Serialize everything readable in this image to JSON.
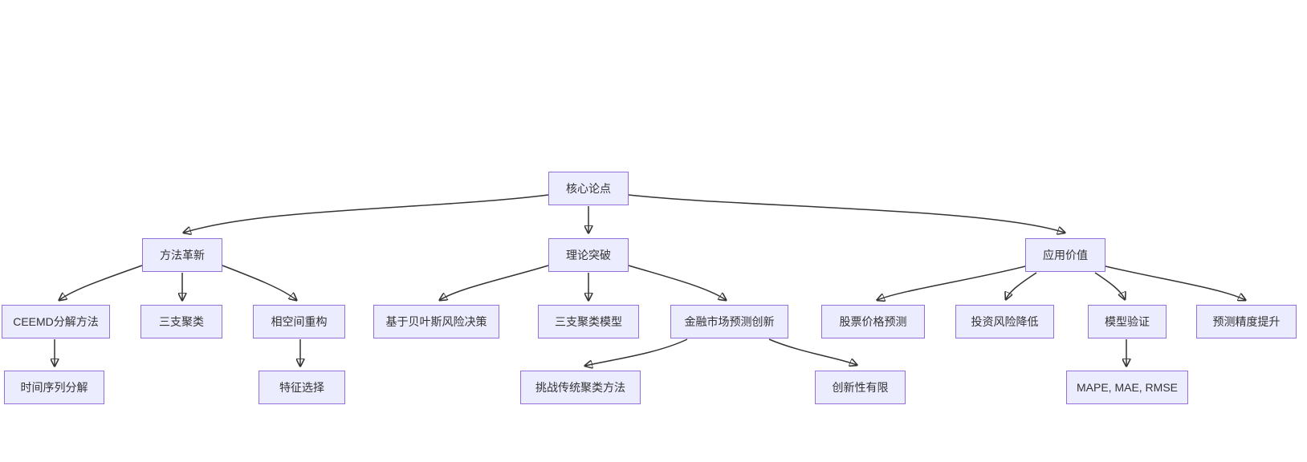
{
  "diagram": {
    "kind": "flowchart-top-down",
    "background_color": "#ffffff",
    "node_fill_color": "#ECECFF",
    "node_border_color": "#9370DB",
    "edge_color": "#333333",
    "text_color": "#333333",
    "nodes": [
      {
        "id": "core-thesis",
        "label": "核心论点",
        "level": 1
      },
      {
        "id": "method-innovation",
        "label": "方法革新",
        "level": 2
      },
      {
        "id": "theory-breakthrough",
        "label": "理论突破",
        "level": 2
      },
      {
        "id": "application-value",
        "label": "应用价值",
        "level": 2
      },
      {
        "id": "ceemd-decomposition",
        "label": "CEEMD分解方法",
        "level": 3
      },
      {
        "id": "three-way-clustering",
        "label": "三支聚类",
        "level": 3
      },
      {
        "id": "phase-space-reconstruction",
        "label": "相空间重构",
        "level": 3
      },
      {
        "id": "bayesian-risk-decision",
        "label": "基于贝叶斯风险决策",
        "level": 3
      },
      {
        "id": "three-way-clustering-model",
        "label": "三支聚类模型",
        "level": 3
      },
      {
        "id": "financial-market-forecast-innovation",
        "label": "金融市场预测创新",
        "level": 3
      },
      {
        "id": "stock-price-prediction",
        "label": "股票价格预测",
        "level": 3
      },
      {
        "id": "investment-risk-reduction",
        "label": "投资风险降低",
        "level": 3
      },
      {
        "id": "model-validation",
        "label": "模型验证",
        "level": 3
      },
      {
        "id": "forecast-accuracy-improvement",
        "label": "预测精度提升",
        "level": 3
      },
      {
        "id": "time-series-decomposition",
        "label": "时间序列分解",
        "level": 4
      },
      {
        "id": "feature-selection",
        "label": "特征选择",
        "level": 4
      },
      {
        "id": "challenge-traditional-clustering",
        "label": "挑战传统聚类方法",
        "level": 4
      },
      {
        "id": "limited-novelty",
        "label": "创新性有限",
        "level": 4
      },
      {
        "id": "evaluation-metrics",
        "label": "MAPE, MAE, RMSE",
        "level": 4
      }
    ],
    "edges": [
      {
        "from": "core-thesis",
        "to": "method-innovation"
      },
      {
        "from": "core-thesis",
        "to": "theory-breakthrough"
      },
      {
        "from": "core-thesis",
        "to": "application-value"
      },
      {
        "from": "method-innovation",
        "to": "ceemd-decomposition"
      },
      {
        "from": "method-innovation",
        "to": "three-way-clustering"
      },
      {
        "from": "method-innovation",
        "to": "phase-space-reconstruction"
      },
      {
        "from": "theory-breakthrough",
        "to": "bayesian-risk-decision"
      },
      {
        "from": "theory-breakthrough",
        "to": "three-way-clustering-model"
      },
      {
        "from": "theory-breakthrough",
        "to": "financial-market-forecast-innovation"
      },
      {
        "from": "application-value",
        "to": "stock-price-prediction"
      },
      {
        "from": "application-value",
        "to": "investment-risk-reduction"
      },
      {
        "from": "application-value",
        "to": "model-validation"
      },
      {
        "from": "application-value",
        "to": "forecast-accuracy-improvement"
      },
      {
        "from": "ceemd-decomposition",
        "to": "time-series-decomposition"
      },
      {
        "from": "phase-space-reconstruction",
        "to": "feature-selection"
      },
      {
        "from": "financial-market-forecast-innovation",
        "to": "challenge-traditional-clustering"
      },
      {
        "from": "financial-market-forecast-innovation",
        "to": "limited-novelty"
      },
      {
        "from": "model-validation",
        "to": "evaluation-metrics"
      }
    ]
  }
}
